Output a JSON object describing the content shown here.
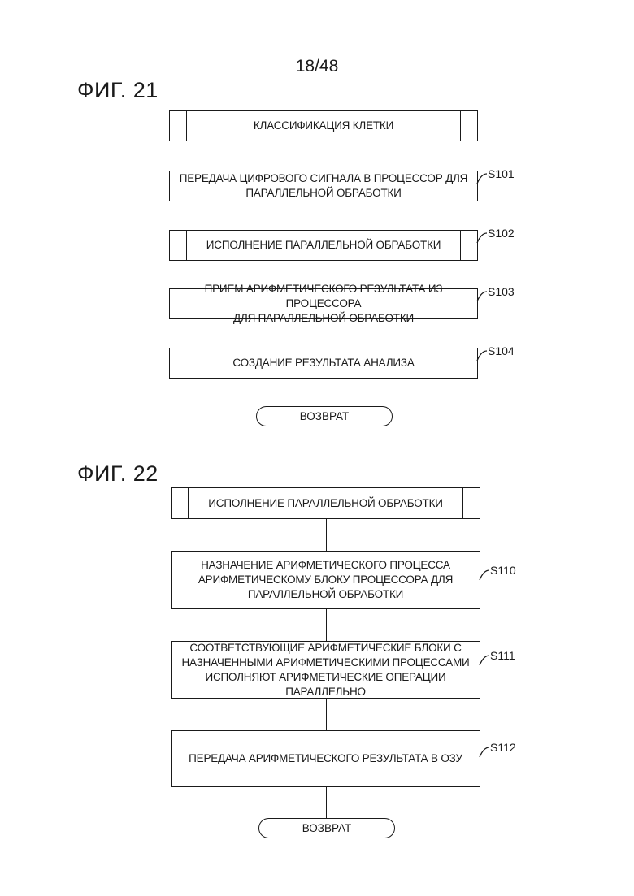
{
  "page_number": "18/48",
  "fig21": {
    "title": "ФИГ. 21",
    "start": "КЛАССИФИКАЦИЯ КЛЕТКИ",
    "steps": [
      {
        "id": "S101",
        "text": "ПЕРЕДАЧА ЦИФРОВОГО СИГНАЛА В ПРОЦЕССОР ДЛЯ\nПАРАЛЛЕЛЬНОЙ ОБРАБОТКИ"
      },
      {
        "id": "S102",
        "text": "ИСПОЛНЕНИЕ ПАРАЛЛЕЛЬНОЙ ОБРАБОТКИ"
      },
      {
        "id": "S103",
        "text": "ПРИЕМ АРИФМЕТИЧЕСКОГО РЕЗУЛЬТАТА ИЗ ПРОЦЕССОРА\nДЛЯ ПАРАЛЛЕЛЬНОЙ ОБРАБОТКИ"
      },
      {
        "id": "S104",
        "text": "СОЗДАНИЕ РЕЗУЛЬТАТА АНАЛИЗА"
      }
    ],
    "end": "ВОЗВРАТ"
  },
  "fig22": {
    "title": "ФИГ. 22",
    "start": "ИСПОЛНЕНИЕ ПАРАЛЛЕЛЬНОЙ ОБРАБОТКИ",
    "steps": [
      {
        "id": "S110",
        "text": "НАЗНАЧЕНИЕ АРИФМЕТИЧЕСКОГО ПРОЦЕССА\nАРИФМЕТИЧЕСКОМУ БЛОКУ ПРОЦЕССОРА ДЛЯ\nПАРАЛЛЕЛЬНОЙ ОБРАБОТКИ"
      },
      {
        "id": "S111",
        "text": "СООТВЕТСТВУЮЩИЕ АРИФМЕТИЧЕСКИЕ БЛОКИ С\nНАЗНАЧЕННЫМИ АРИФМЕТИЧЕСКИМИ ПРОЦЕССАМИ\nИСПОЛНЯЮТ АРИФМЕТИЧЕСКИЕ ОПЕРАЦИИ ПАРАЛЛЕЛЬНО"
      },
      {
        "id": "S112",
        "text": "ПЕРЕДАЧА АРИФМЕТИЧЕСКОГО РЕЗУЛЬТАТА В ОЗУ"
      }
    ],
    "end": "ВОЗВРАТ"
  }
}
